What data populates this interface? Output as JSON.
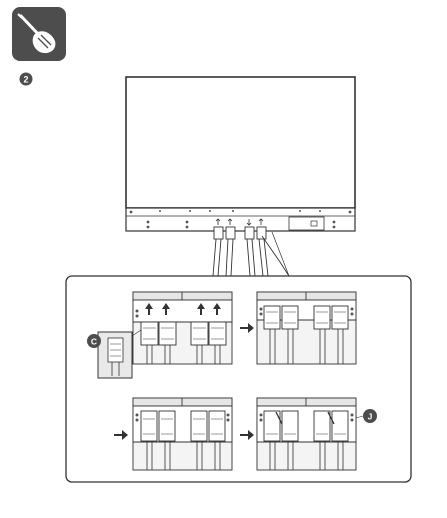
{
  "header": {
    "icon": "screwdriver-icon",
    "step_number": "2"
  },
  "callouts": {
    "detail_c": "C",
    "detail_j": "J"
  },
  "colors": {
    "line": "#333333",
    "badge_bg": "#4d4d4d",
    "badge_text": "#ffffff",
    "panel_fill": "#eeeeee",
    "panel_dark": "#dcdcdc"
  }
}
